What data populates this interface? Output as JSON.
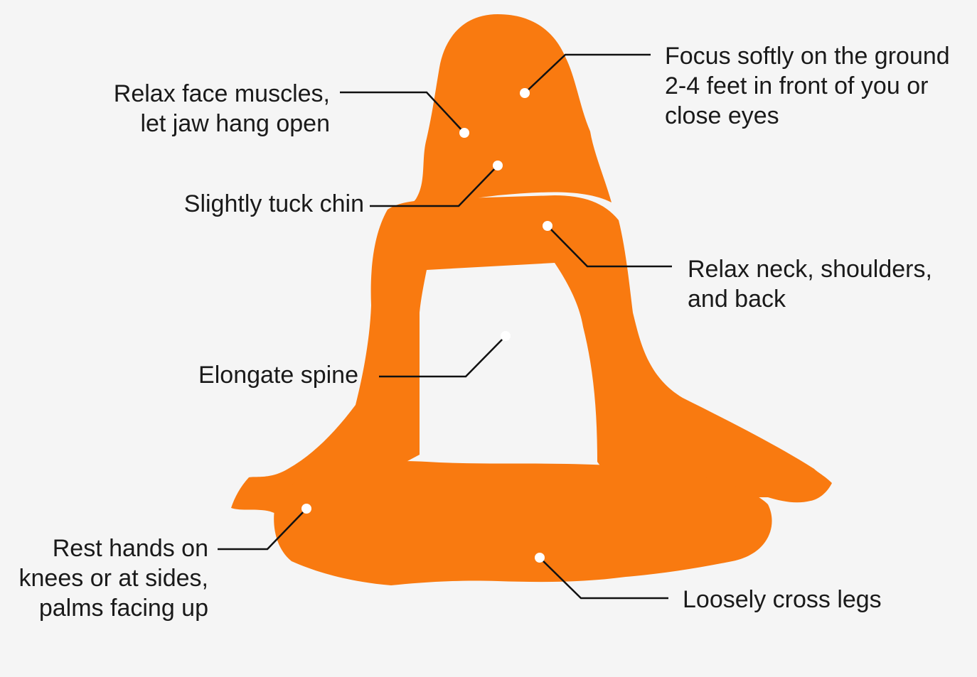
{
  "figure": {
    "silhouette_color": "#f97a10",
    "background_color": "#f5f5f5",
    "line_color": "#111111",
    "dot_color": "#ffffff"
  },
  "annotations": {
    "focus": {
      "line1": "Focus softly on the ground",
      "line2": "2-4 feet in front of you or",
      "line3": "close eyes"
    },
    "face": {
      "line1": "Relax face muscles,",
      "line2": "let jaw hang open"
    },
    "chin": {
      "line1": "Slightly tuck chin"
    },
    "neck": {
      "line1": "Relax neck, shoulders,",
      "line2": "and back"
    },
    "spine": {
      "line1": "Elongate spine"
    },
    "hands": {
      "line1": "Rest hands on",
      "line2": "knees or at sides,",
      "line3": "palms facing up"
    },
    "legs": {
      "line1": "Loosely cross legs"
    }
  }
}
